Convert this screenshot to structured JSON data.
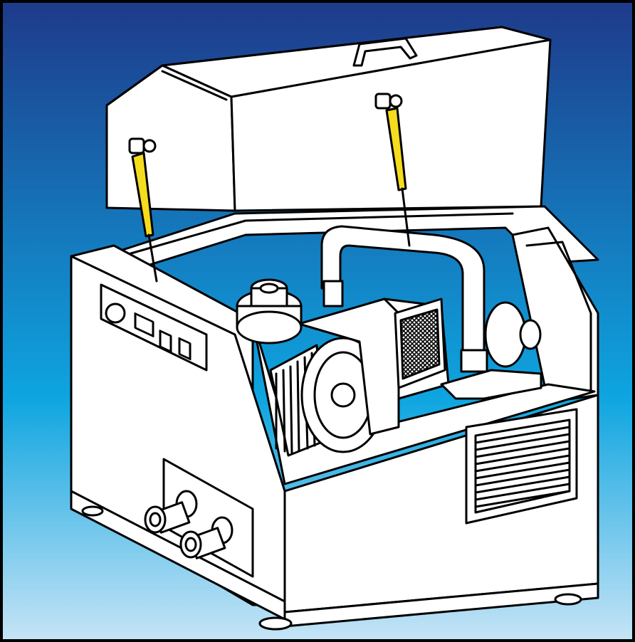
{
  "figure": {
    "colors": {
      "gradient_top": "#1e3a8a",
      "gradient_mid": "#0ea5e0",
      "gradient_bottom": "#c6e4f6",
      "frame_border": "#000000",
      "line": "#000000",
      "body_fill": "#ffffff",
      "gas_spring": "#f5dc1e"
    },
    "components": {
      "lid_handle": "lid-handle",
      "gas_springs": [
        "gas-spring-left",
        "gas-spring-right"
      ],
      "control_panel": [
        "power-knob",
        "display",
        "switch-1",
        "switch-2"
      ],
      "pump_parts": [
        "pump-motor",
        "cooling-fins",
        "flange",
        "inlet-port",
        "exhaust-pipe",
        "filter-mesh",
        "coupling"
      ],
      "ventilation_grille": "vent-grille",
      "connector_plate": [
        "hose-connector-1",
        "hose-connector-2"
      ],
      "feet": 4
    }
  }
}
